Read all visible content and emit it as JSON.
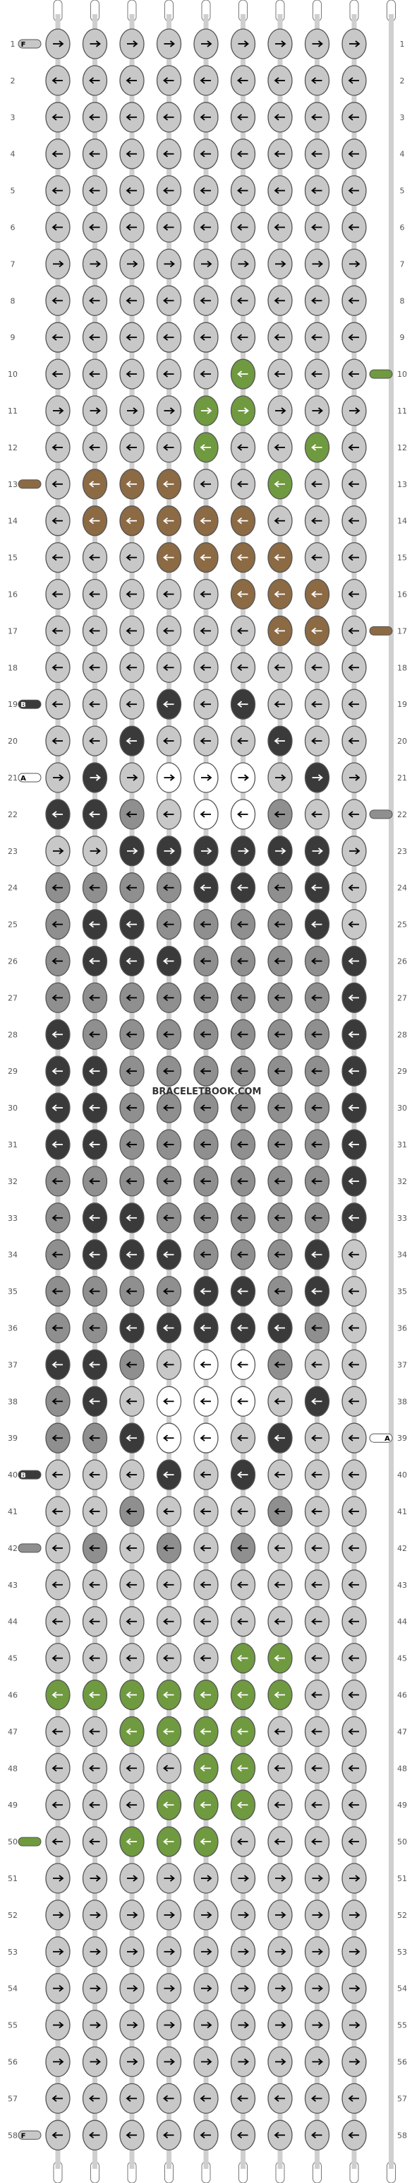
{
  "watermark": "BRACELETBOOK.COM",
  "row_count": 58,
  "colors": {
    "A": "#ffffff",
    "B": "#3a3a3a",
    "C": "#8f8f8f",
    "D": "#6f9a3f",
    "E": "#8b6a44",
    "F": "#c8c8c8"
  },
  "left_strand_tags": [
    {
      "row": 1,
      "color": "F",
      "label": "F"
    },
    {
      "row": 13,
      "color": "E",
      "label": ""
    },
    {
      "row": 19,
      "color": "B",
      "label": "B"
    },
    {
      "row": 21,
      "color": "A",
      "label": "A"
    },
    {
      "row": 40,
      "color": "B",
      "label": "B"
    },
    {
      "row": 42,
      "color": "C",
      "label": ""
    },
    {
      "row": 50,
      "color": "D",
      "label": ""
    },
    {
      "row": 58,
      "color": "F",
      "label": "F"
    }
  ],
  "right_strand_tags": [
    {
      "row": 10,
      "color": "D",
      "label": ""
    },
    {
      "row": 17,
      "color": "E",
      "label": ""
    },
    {
      "row": 22,
      "color": "C",
      "label": ""
    },
    {
      "row": 39,
      "color": "A",
      "label": "A"
    }
  ],
  "rows": [
    {
      "n": 1,
      "dir": "R",
      "c": [
        "F",
        "F",
        "F",
        "F",
        "F",
        "F",
        "F",
        "F",
        "F"
      ]
    },
    {
      "n": 2,
      "dir": "L",
      "c": [
        "F",
        "F",
        "F",
        "F",
        "F",
        "F",
        "F",
        "F",
        "F"
      ]
    },
    {
      "n": 3,
      "dir": "L",
      "c": [
        "F",
        "F",
        "F",
        "F",
        "F",
        "F",
        "F",
        "F",
        "F"
      ]
    },
    {
      "n": 4,
      "dir": "L",
      "c": [
        "F",
        "F",
        "F",
        "F",
        "F",
        "F",
        "F",
        "F",
        "F"
      ]
    },
    {
      "n": 5,
      "dir": "L",
      "c": [
        "F",
        "F",
        "F",
        "F",
        "F",
        "F",
        "F",
        "F",
        "F"
      ]
    },
    {
      "n": 6,
      "dir": "L",
      "c": [
        "F",
        "F",
        "F",
        "F",
        "F",
        "F",
        "F",
        "F",
        "F"
      ]
    },
    {
      "n": 7,
      "dir": "R",
      "c": [
        "F",
        "F",
        "F",
        "F",
        "F",
        "F",
        "F",
        "F",
        "F"
      ]
    },
    {
      "n": 8,
      "dir": "L",
      "c": [
        "F",
        "F",
        "F",
        "F",
        "F",
        "F",
        "F",
        "F",
        "F"
      ]
    },
    {
      "n": 9,
      "dir": "L",
      "c": [
        "F",
        "F",
        "F",
        "F",
        "F",
        "F",
        "F",
        "F",
        "F"
      ]
    },
    {
      "n": 10,
      "dir": "L",
      "c": [
        "F",
        "F",
        "F",
        "F",
        "F",
        "D",
        "F",
        "F",
        "F"
      ]
    },
    {
      "n": 11,
      "dir": "R",
      "c": [
        "F",
        "F",
        "F",
        "F",
        "D",
        "D",
        "F",
        "F",
        "F"
      ]
    },
    {
      "n": 12,
      "dir": "L",
      "c": [
        "F",
        "F",
        "F",
        "F",
        "D",
        "F",
        "F",
        "D",
        "F"
      ]
    },
    {
      "n": 13,
      "dir": "L",
      "c": [
        "F",
        "E",
        "E",
        "E",
        "F",
        "F",
        "D",
        "F",
        "F"
      ]
    },
    {
      "n": 14,
      "dir": "L",
      "c": [
        "F",
        "E",
        "E",
        "E",
        "E",
        "E",
        "F",
        "F",
        "F"
      ]
    },
    {
      "n": 15,
      "dir": "L",
      "c": [
        "F",
        "F",
        "F",
        "E",
        "E",
        "E",
        "E",
        "F",
        "F"
      ]
    },
    {
      "n": 16,
      "dir": "L",
      "c": [
        "F",
        "F",
        "F",
        "F",
        "F",
        "E",
        "E",
        "E",
        "F"
      ]
    },
    {
      "n": 17,
      "dir": "L",
      "c": [
        "F",
        "F",
        "F",
        "F",
        "F",
        "F",
        "E",
        "E",
        "F"
      ]
    },
    {
      "n": 18,
      "dir": "L",
      "c": [
        "F",
        "F",
        "F",
        "F",
        "F",
        "F",
        "F",
        "F",
        "F"
      ]
    },
    {
      "n": 19,
      "dir": "L",
      "c": [
        "F",
        "F",
        "F",
        "B",
        "F",
        "B",
        "F",
        "F",
        "F"
      ]
    },
    {
      "n": 20,
      "dir": "L",
      "c": [
        "F",
        "F",
        "B",
        "F",
        "F",
        "F",
        "B",
        "F",
        "F"
      ]
    },
    {
      "n": 21,
      "dir": "R",
      "c": [
        "F",
        "B",
        "F",
        "A",
        "A",
        "A",
        "F",
        "B",
        "F"
      ]
    },
    {
      "n": 22,
      "dir": "L",
      "c": [
        "B",
        "B",
        "C",
        "F",
        "A",
        "A",
        "C",
        "F",
        "F"
      ]
    },
    {
      "n": 23,
      "dir": "R",
      "c": [
        "F",
        "F",
        "B",
        "B",
        "B",
        "B",
        "B",
        "B",
        "F"
      ]
    },
    {
      "n": 24,
      "dir": "L",
      "c": [
        "C",
        "C",
        "C",
        "C",
        "B",
        "B",
        "C",
        "B",
        "F"
      ]
    },
    {
      "n": 25,
      "dir": "L",
      "c": [
        "C",
        "B",
        "B",
        "C",
        "C",
        "C",
        "C",
        "B",
        "F"
      ]
    },
    {
      "n": 26,
      "dir": "L",
      "c": [
        "C",
        "B",
        "B",
        "B",
        "C",
        "C",
        "C",
        "C",
        "B"
      ]
    },
    {
      "n": 27,
      "dir": "L",
      "c": [
        "C",
        "C",
        "C",
        "C",
        "C",
        "C",
        "C",
        "C",
        "B"
      ]
    },
    {
      "n": 28,
      "dir": "L",
      "c": [
        "B",
        "C",
        "C",
        "C",
        "C",
        "C",
        "C",
        "C",
        "B"
      ]
    },
    {
      "n": 29,
      "dir": "L",
      "c": [
        "B",
        "B",
        "C",
        "C",
        "C",
        "C",
        "C",
        "C",
        "B"
      ]
    },
    {
      "n": 30,
      "dir": "L",
      "c": [
        "B",
        "B",
        "C",
        "C",
        "C",
        "C",
        "C",
        "C",
        "B"
      ]
    },
    {
      "n": 31,
      "dir": "L",
      "c": [
        "B",
        "B",
        "C",
        "C",
        "C",
        "C",
        "C",
        "C",
        "B"
      ]
    },
    {
      "n": 32,
      "dir": "L",
      "c": [
        "C",
        "C",
        "C",
        "C",
        "C",
        "C",
        "C",
        "C",
        "B"
      ]
    },
    {
      "n": 33,
      "dir": "L",
      "c": [
        "C",
        "B",
        "B",
        "C",
        "C",
        "C",
        "C",
        "C",
        "B"
      ]
    },
    {
      "n": 34,
      "dir": "L",
      "c": [
        "C",
        "B",
        "B",
        "B",
        "C",
        "C",
        "C",
        "B",
        "F"
      ]
    },
    {
      "n": 35,
      "dir": "L",
      "c": [
        "C",
        "C",
        "C",
        "C",
        "B",
        "B",
        "C",
        "B",
        "F"
      ]
    },
    {
      "n": 36,
      "dir": "L",
      "c": [
        "C",
        "C",
        "B",
        "B",
        "B",
        "B",
        "B",
        "C",
        "F"
      ]
    },
    {
      "n": 37,
      "dir": "L",
      "c": [
        "B",
        "B",
        "C",
        "F",
        "A",
        "A",
        "C",
        "F",
        "F"
      ]
    },
    {
      "n": 38,
      "dir": "L",
      "c": [
        "C",
        "B",
        "F",
        "A",
        "A",
        "A",
        "F",
        "B",
        "F"
      ]
    },
    {
      "n": 39,
      "dir": "L",
      "c": [
        "C",
        "C",
        "B",
        "A",
        "A",
        "F",
        "B",
        "F",
        "F"
      ]
    },
    {
      "n": 40,
      "dir": "L",
      "c": [
        "F",
        "F",
        "F",
        "B",
        "F",
        "B",
        "F",
        "F",
        "F"
      ]
    },
    {
      "n": 41,
      "dir": "L",
      "c": [
        "F",
        "F",
        "C",
        "F",
        "F",
        "F",
        "C",
        "F",
        "F"
      ]
    },
    {
      "n": 42,
      "dir": "L",
      "c": [
        "F",
        "C",
        "F",
        "C",
        "F",
        "C",
        "F",
        "F",
        "F"
      ]
    },
    {
      "n": 43,
      "dir": "L",
      "c": [
        "F",
        "F",
        "F",
        "F",
        "F",
        "F",
        "F",
        "F",
        "F"
      ]
    },
    {
      "n": 44,
      "dir": "L",
      "c": [
        "F",
        "F",
        "F",
        "F",
        "F",
        "F",
        "F",
        "F",
        "F"
      ]
    },
    {
      "n": 45,
      "dir": "L",
      "c": [
        "F",
        "F",
        "F",
        "F",
        "F",
        "D",
        "D",
        "F",
        "F"
      ]
    },
    {
      "n": 46,
      "dir": "L",
      "c": [
        "D",
        "D",
        "D",
        "D",
        "D",
        "D",
        "D",
        "F",
        "F"
      ]
    },
    {
      "n": 47,
      "dir": "L",
      "c": [
        "F",
        "F",
        "D",
        "D",
        "D",
        "D",
        "F",
        "F",
        "F"
      ]
    },
    {
      "n": 48,
      "dir": "L",
      "c": [
        "F",
        "F",
        "F",
        "F",
        "D",
        "D",
        "F",
        "F",
        "F"
      ]
    },
    {
      "n": 49,
      "dir": "L",
      "c": [
        "F",
        "F",
        "F",
        "D",
        "D",
        "D",
        "F",
        "F",
        "F"
      ]
    },
    {
      "n": 50,
      "dir": "L",
      "c": [
        "F",
        "F",
        "D",
        "D",
        "D",
        "F",
        "F",
        "F",
        "F"
      ]
    },
    {
      "n": 51,
      "dir": "R",
      "c": [
        "F",
        "F",
        "F",
        "F",
        "F",
        "F",
        "F",
        "F",
        "F"
      ]
    },
    {
      "n": 52,
      "dir": "R",
      "c": [
        "F",
        "F",
        "F",
        "F",
        "F",
        "F",
        "F",
        "F",
        "F"
      ]
    },
    {
      "n": 53,
      "dir": "R",
      "c": [
        "F",
        "F",
        "F",
        "F",
        "F",
        "F",
        "F",
        "F",
        "F"
      ]
    },
    {
      "n": 54,
      "dir": "R",
      "c": [
        "F",
        "F",
        "F",
        "F",
        "F",
        "F",
        "F",
        "F",
        "F"
      ]
    },
    {
      "n": 55,
      "dir": "R",
      "c": [
        "F",
        "F",
        "F",
        "F",
        "F",
        "F",
        "F",
        "F",
        "F"
      ]
    },
    {
      "n": 56,
      "dir": "R",
      "c": [
        "F",
        "F",
        "F",
        "F",
        "F",
        "F",
        "F",
        "F",
        "F"
      ]
    },
    {
      "n": 57,
      "dir": "L",
      "c": [
        "F",
        "F",
        "F",
        "F",
        "F",
        "F",
        "F",
        "F",
        "F"
      ]
    },
    {
      "n": 58,
      "dir": "L",
      "c": [
        "F",
        "F",
        "F",
        "F",
        "F",
        "F",
        "F",
        "F",
        "F"
      ]
    }
  ]
}
